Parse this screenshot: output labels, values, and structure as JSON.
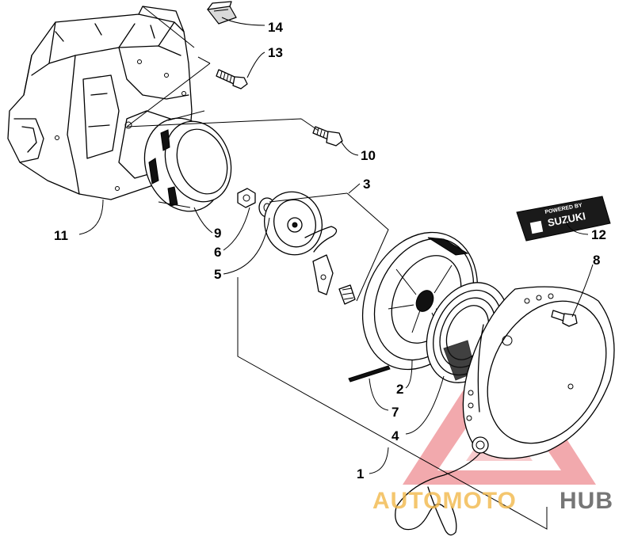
{
  "callouts": {
    "c1": "1",
    "c2": "2",
    "c3": "3",
    "c4": "4",
    "c5": "5",
    "c6": "6",
    "c7": "7",
    "c8": "8",
    "c9": "9",
    "c10": "10",
    "c11": "11",
    "c12": "12",
    "c13": "13",
    "c14": "14"
  },
  "decal": {
    "small_text": "POWERED BY",
    "brand_text": "SUZUKI"
  },
  "watermark": {
    "part1": "AUTOMOTO",
    "part2": "HUB",
    "color_primary": "#e8646b",
    "color_secondary": "#f2b84b",
    "color_hub": "#555555"
  }
}
